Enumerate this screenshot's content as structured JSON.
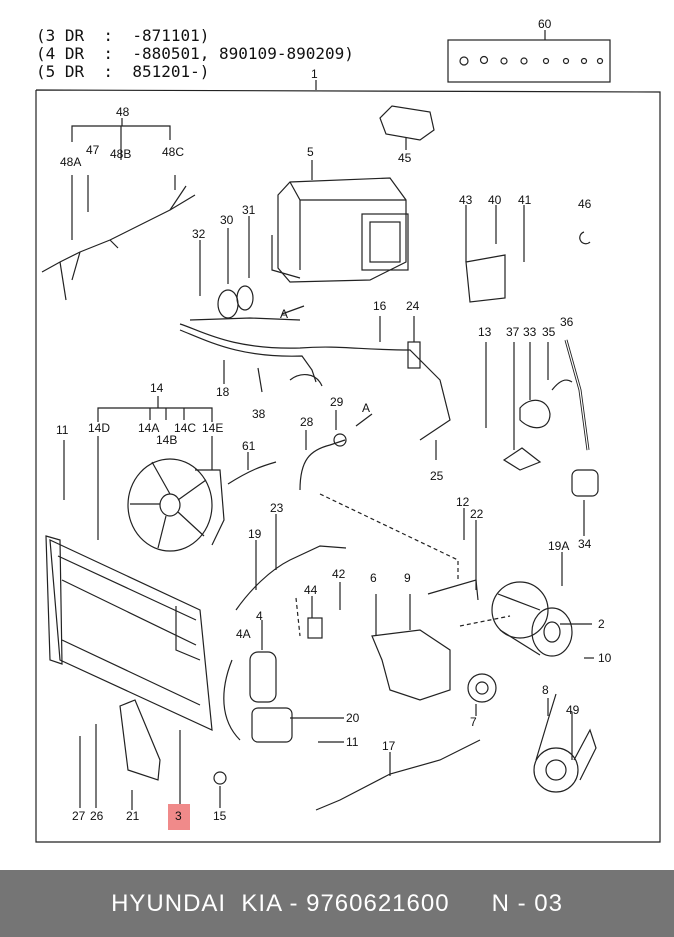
{
  "header_lines": [
    "(3 DR  :  -871101)",
    "(4 DR  :  -880501, 890109-890209)",
    "(5 DR  :  851201-)"
  ],
  "labels": {
    "l1": "1",
    "l2": "2",
    "l3": "3",
    "l4": "4",
    "l4a": "4A",
    "l5": "5",
    "l6": "6",
    "l7": "7",
    "l8": "8",
    "l9": "9",
    "l10": "10",
    "l11a": "11",
    "l11b": "11",
    "l12": "12",
    "l13": "13",
    "l14": "14",
    "l14a": "14A",
    "l14b": "14B",
    "l14c": "14C",
    "l14d": "14D",
    "l14e": "14E",
    "l15": "15",
    "l16": "16",
    "l17": "17",
    "l18": "18",
    "l19": "19",
    "l19a": "19A",
    "l20": "20",
    "l21": "21",
    "l22": "22",
    "l23": "23",
    "l24": "24",
    "l25": "25",
    "l26": "26",
    "l27": "27",
    "l28": "28",
    "l29": "29",
    "l30": "30",
    "l31": "31",
    "l32": "32",
    "l33": "33",
    "l34": "34",
    "l35": "35",
    "l36": "36",
    "l37": "37",
    "l38": "38",
    "l40": "40",
    "l41": "41",
    "l42": "42",
    "l43": "43",
    "l44": "44",
    "l45": "45",
    "l46": "46",
    "l47": "47",
    "l48": "48",
    "l48a": "48A",
    "l48b": "48B",
    "l48c": "48C",
    "l49": "49",
    "l60": "60",
    "l61": "61",
    "la1": "A",
    "la2": "A"
  },
  "footer": {
    "brand": "HYUNDAI  KIA - 9760621600",
    "page": "N - 03"
  },
  "highlight_part": "3"
}
